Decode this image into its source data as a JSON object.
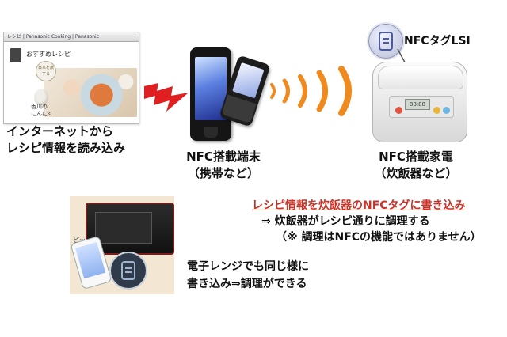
{
  "browser": {
    "tab_text": "レシピ | Panasonic Cooking | Panasonic",
    "section_title": "おすすめレシピ",
    "badge_text": "日本を旅する",
    "caption_line1": "香川の",
    "caption_line2": "にんにく"
  },
  "internet": {
    "line1": "インターネットから",
    "line2": "レシピ情報を読み込み"
  },
  "terminal": {
    "line1": "NFC搭載端末",
    "line2": "（携帯など）"
  },
  "appliance": {
    "line1": "NFC搭載家電",
    "line2": "（炊飯器など）"
  },
  "nfc_lsi": {
    "label": "NFCタグLSI"
  },
  "cooker": {
    "display": "88:88"
  },
  "write_info": {
    "headline": "レシピ情報を炊飯器のNFCタグに書き込み",
    "line2": "⇒ 炊飯器がレシピ通りに調理する",
    "line3": "（※ 調理はNFCの機能ではありません）"
  },
  "microwave": {
    "beep": "ピッ",
    "line1": "電子レンジでも同じ様に",
    "line2": "書き込み⇒調理ができる"
  },
  "colors": {
    "accent_red": "#c8342a",
    "wave_orange": "#f08a1e",
    "lightning_red": "#e02020"
  }
}
